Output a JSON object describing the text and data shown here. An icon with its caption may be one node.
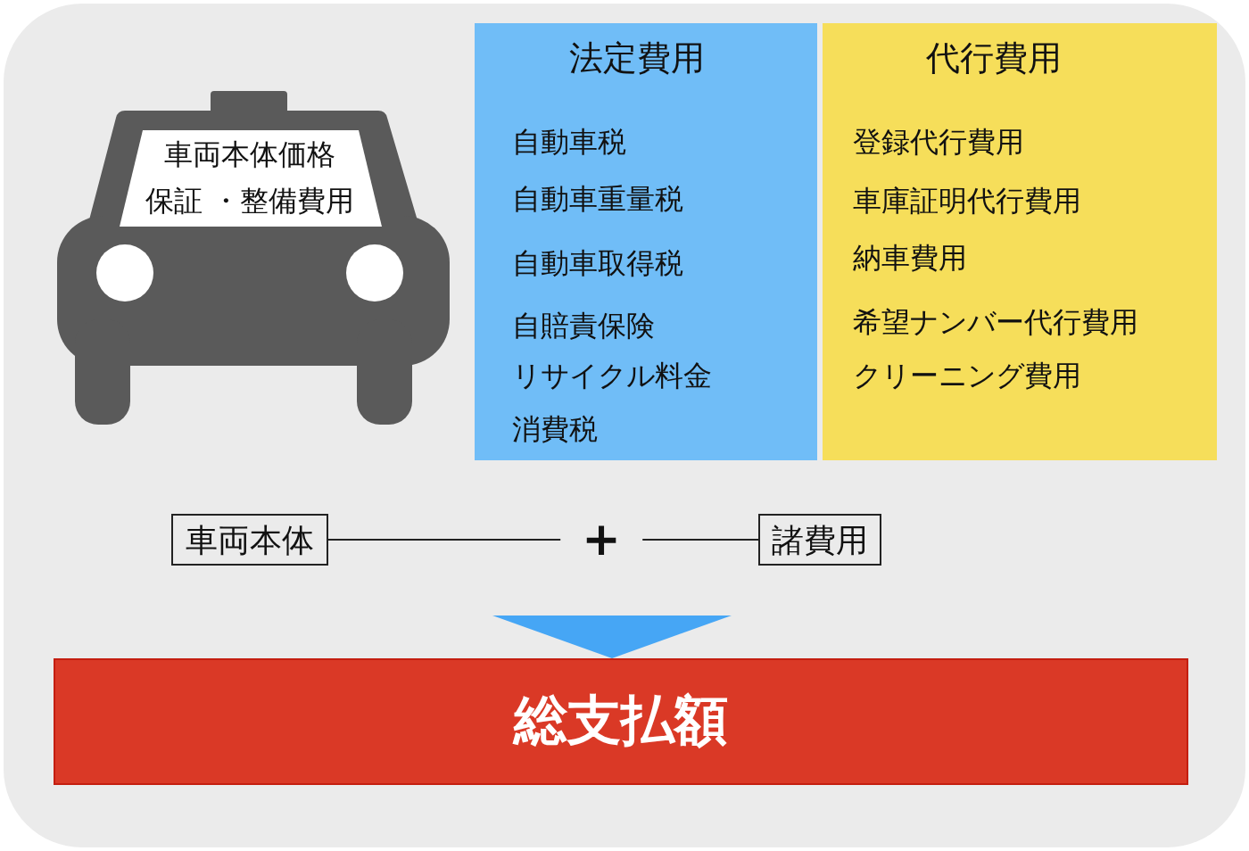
{
  "diagram": {
    "nodes": [
      {
        "text": [
          "車両本体価格",
          "保証 ・整備費用"
        ]
      },
      {
        "text": [
          "法定費用",
          "自動車税",
          "自動車重量税",
          "自動車取得税",
          "自賠責保険",
          "リサイクル料金",
          "消費税"
        ]
      },
      {
        "text": [
          "代行費用",
          "登録代行費用",
          "車庫証明代行費用",
          "納車費用",
          "希望ナンバー代行費用",
          "クリーニング費用"
        ]
      },
      {
        "text": [
          "車両本体"
        ]
      },
      {
        "text": [
          "諸費用"
        ]
      },
      {
        "text": [
          "総支払額"
        ]
      }
    ],
    "edges": [
      {
        "from": 3,
        "to": 4,
        "arrow": "none",
        "label": "+"
      },
      {
        "from": null,
        "to": 5,
        "arrow": "to",
        "color": "#46a6f5"
      }
    ]
  }
}
